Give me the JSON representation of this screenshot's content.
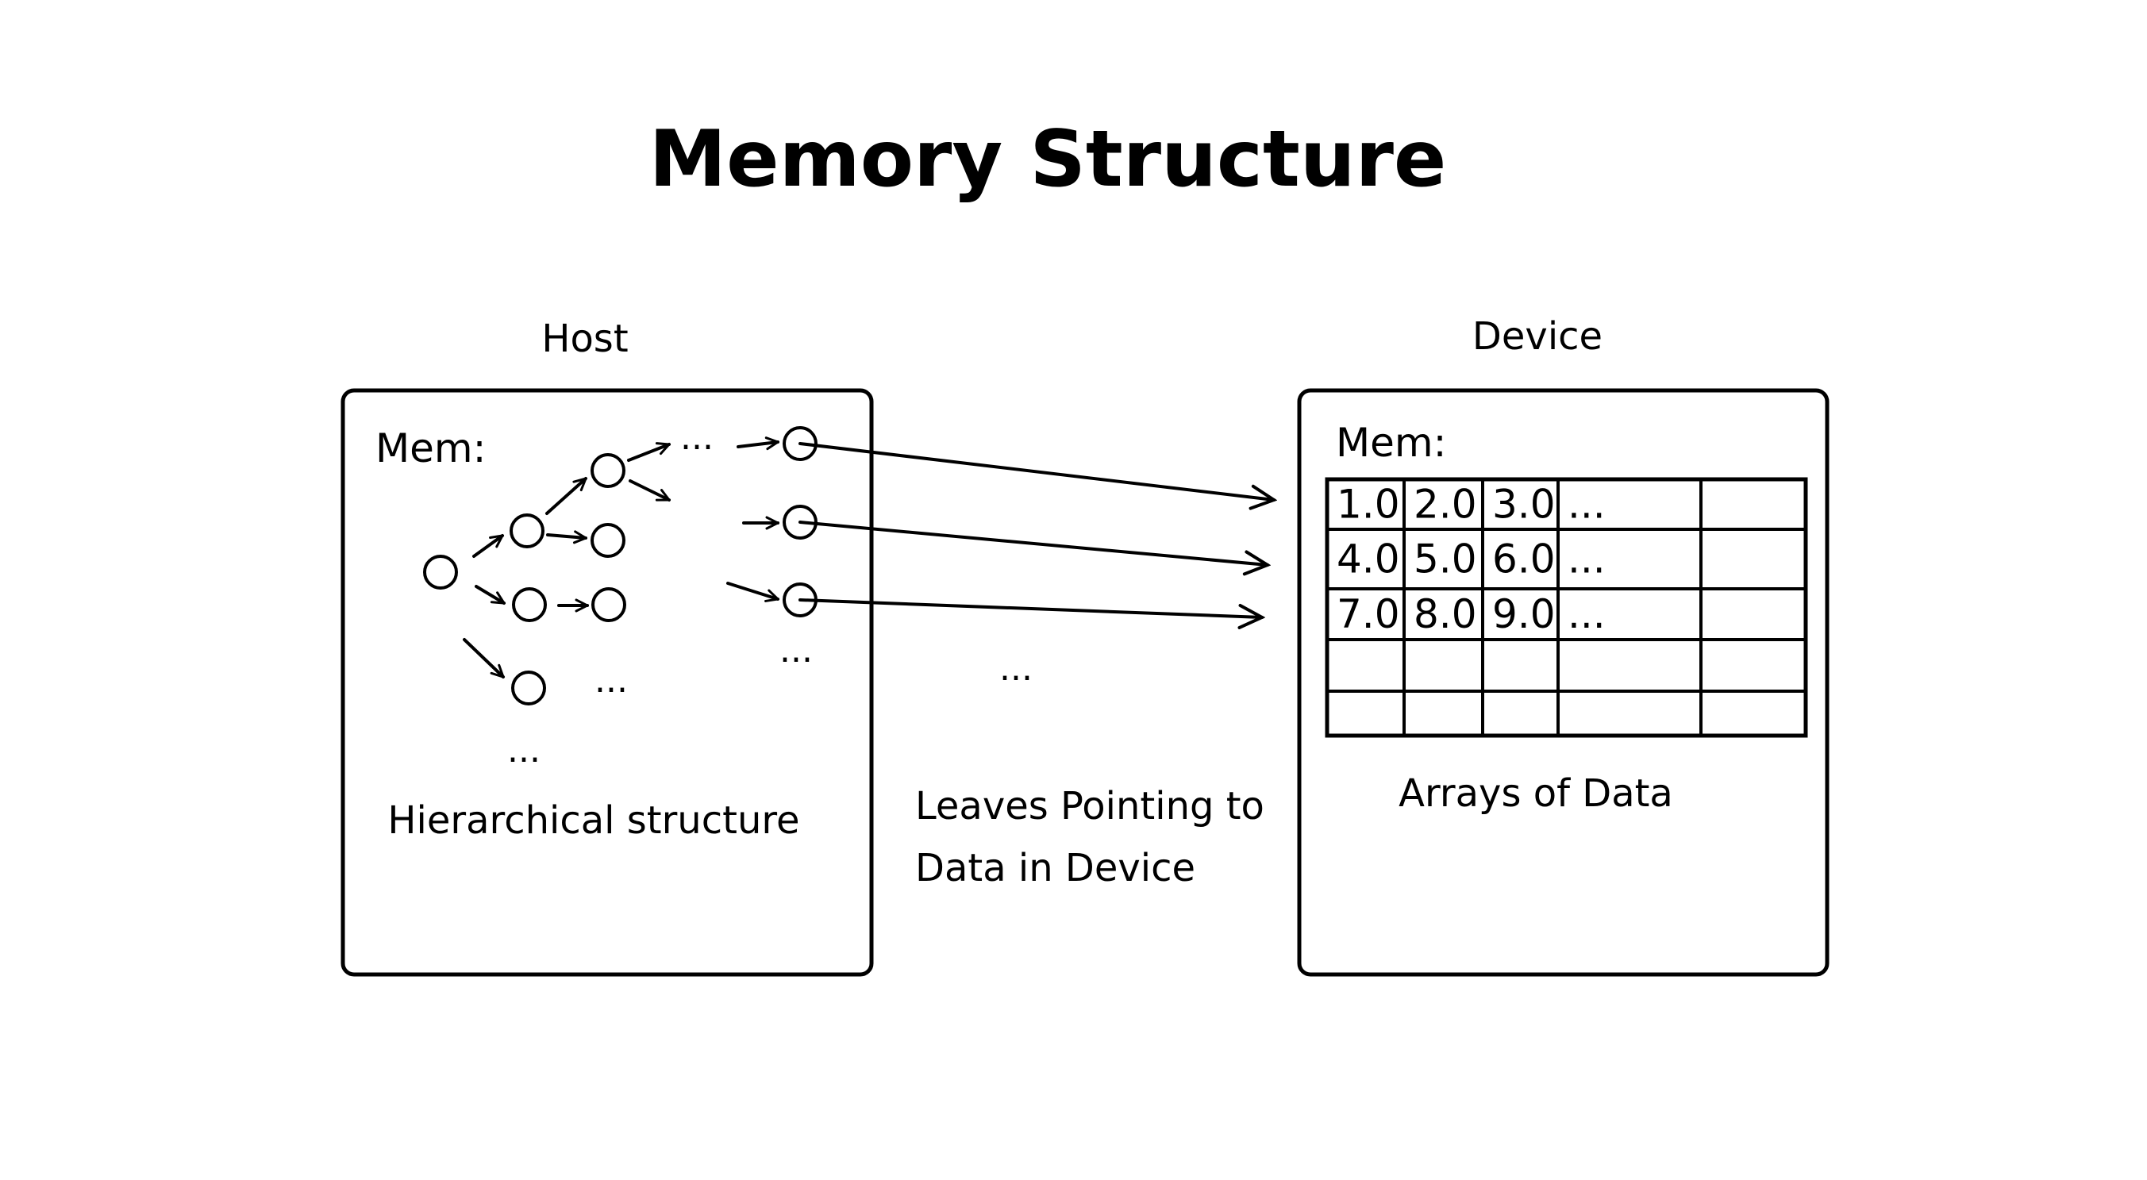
{
  "title": "Memory Structure",
  "host": {
    "heading": "Host",
    "mem_label": "Mem:",
    "caption": "Hierarchical structure",
    "ellipsis": "..."
  },
  "device": {
    "heading": "Device",
    "mem_label": "Mem:",
    "caption": "Arrays of Data",
    "table": [
      [
        "1.0",
        "2.0",
        "3.0",
        "...",
        ""
      ],
      [
        "4.0",
        "5.0",
        "6.0",
        "...",
        ""
      ],
      [
        "7.0",
        "8.0",
        "9.0",
        "...",
        ""
      ],
      [
        "",
        "",
        "",
        "",
        ""
      ],
      [
        "",
        "",
        "",
        "",
        ""
      ]
    ]
  },
  "middle": {
    "caption_line1": "Leaves Pointing to",
    "caption_line2": "Data in Device",
    "ellipsis": "..."
  }
}
